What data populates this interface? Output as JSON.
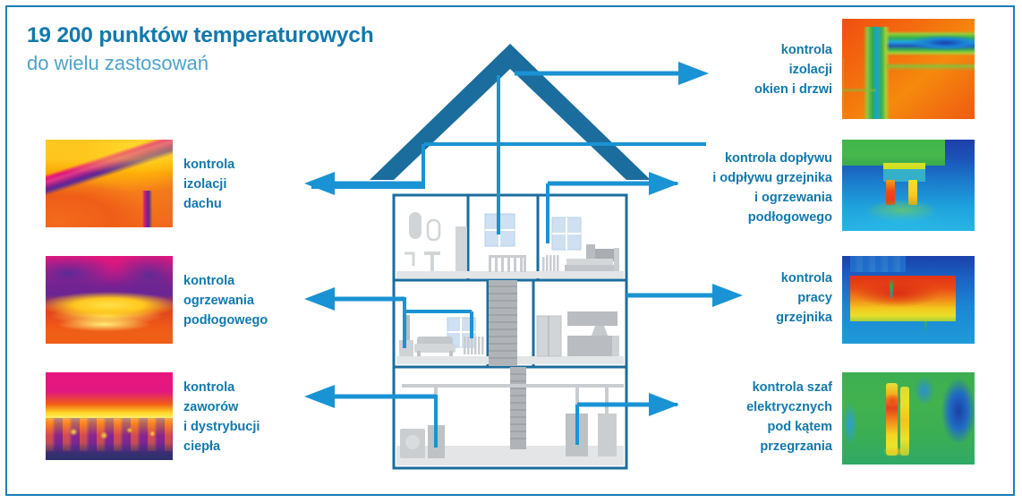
{
  "title": {
    "main": "19 200 punktów temperaturowych",
    "sub": "do wielu zastosowań"
  },
  "colors": {
    "accent_blue": "#1279ad",
    "light_blue": "#4da3cb",
    "roof_blue": "#1b6d9e",
    "connector_blue": "#1a93d4",
    "frame_border": "#1a7fb5",
    "furniture_grey": "#cfd2d4",
    "window_blue": "#bcd9ef"
  },
  "callouts": {
    "left": [
      {
        "id": "roof-insulation",
        "lines": [
          "kontrola",
          "izolacji",
          "dachu"
        ],
        "thermal_name": "roof-insulation-thermal-image"
      },
      {
        "id": "underfloor-heating",
        "lines": [
          "kontrola",
          "ogrzewania",
          "podłogowego"
        ],
        "thermal_name": "underfloor-heating-thermal-image"
      },
      {
        "id": "valves-heat-distribution",
        "lines": [
          "kontrola",
          "zaworów",
          "i dystrybucji",
          "ciepła"
        ],
        "thermal_name": "valves-thermal-image"
      }
    ],
    "right": [
      {
        "id": "window-door-insulation",
        "lines": [
          "kontrola",
          "izolacji",
          "okien i drzwi"
        ],
        "thermal_name": "window-door-thermal-image"
      },
      {
        "id": "radiator-flow",
        "lines": [
          "kontrola dopływu",
          "i odpływu grzejnika",
          "i ogrzewania",
          "podłogowego"
        ],
        "thermal_name": "radiator-flow-thermal-image"
      },
      {
        "id": "radiator-operation",
        "lines": [
          "kontrola",
          "pracy",
          "grzejnika"
        ],
        "thermal_name": "radiator-operation-thermal-image"
      },
      {
        "id": "electrical-cabinets",
        "lines": [
          "kontrola szaf",
          "elektrycznych",
          "pod kątem",
          "przegrzania"
        ],
        "thermal_name": "electrical-cabinet-thermal-image"
      }
    ]
  },
  "illustration": {
    "name": "house-cross-section-diagram",
    "elements": [
      "roof",
      "attic-floor",
      "middle-floor",
      "ground-floor",
      "basement",
      "staircase",
      "radiators",
      "windows",
      "furniture",
      "boiler",
      "tanks",
      "pipework"
    ]
  }
}
